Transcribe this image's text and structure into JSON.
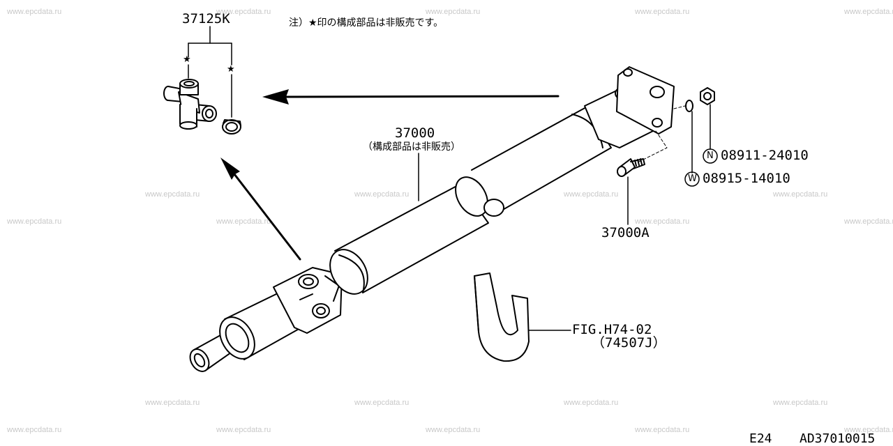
{
  "watermark": "www.epcdata.ru",
  "note": "注）★印の構成部品は非販売です。",
  "parts": {
    "ujoint_kit": "37125K",
    "shaft": "37000",
    "shaft_note": "（構成部品は非販売）",
    "nut": "08911-24010",
    "nut_symbol": "N",
    "washer": "08915-14010",
    "washer_symbol": "W",
    "bolt": "37000A",
    "fig_ref": "FIG.H74-02",
    "fig_part": "（74507J）"
  },
  "star_glyph": "★",
  "footer": {
    "page": "E24",
    "code": "AD37010015"
  }
}
